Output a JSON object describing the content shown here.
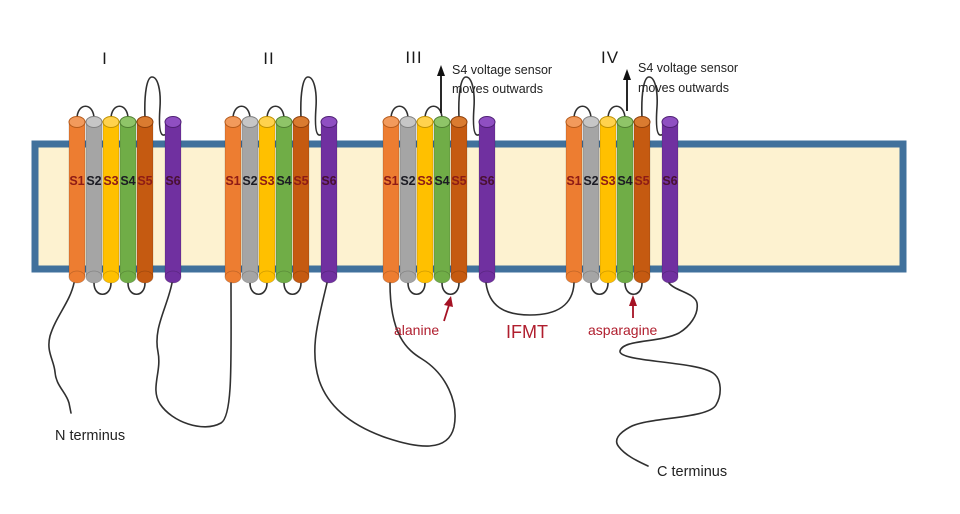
{
  "figure_type": "voltage-gated sodium channel membrane topology diagram",
  "domains": {
    "numerals": [
      "I",
      "II",
      "III",
      "IV"
    ]
  },
  "segments": {
    "labels": [
      "S1",
      "S2",
      "S3",
      "S4",
      "S5",
      "S6"
    ]
  },
  "annotations": {
    "s4_sensor_line1": "S4 voltage sensor",
    "s4_sensor_line2": "moves outwards",
    "alanine_label": "alanine",
    "ifmt_label": "IFMT",
    "asparagine_label": "asparagine",
    "n_terminus_label": "N terminus",
    "c_terminus_label": "C terminus"
  },
  "colors": {
    "membrane_fill": "#FDF2D0",
    "membrane_border": "#41719C",
    "s1": "#ED7D31",
    "s1_cap": "#F29A5C",
    "s2": "#A5A5A5",
    "s2_cap": "#C6C6C6",
    "s3": "#FFC000",
    "s3_cap": "#FFD24D",
    "s4": "#70AD47",
    "s4_cap": "#8FC468",
    "s5": "#C55A11",
    "s5_cap": "#DA7B30",
    "s6": "#7030A0",
    "s6_cap": "#8F4FC2",
    "segment_label_red": "#8E1B15",
    "segment_label_black": "#1C1C24",
    "segment_label_s6": "#4A1030",
    "annotation_red": "#B01E2E",
    "loop_line": "#303030"
  }
}
